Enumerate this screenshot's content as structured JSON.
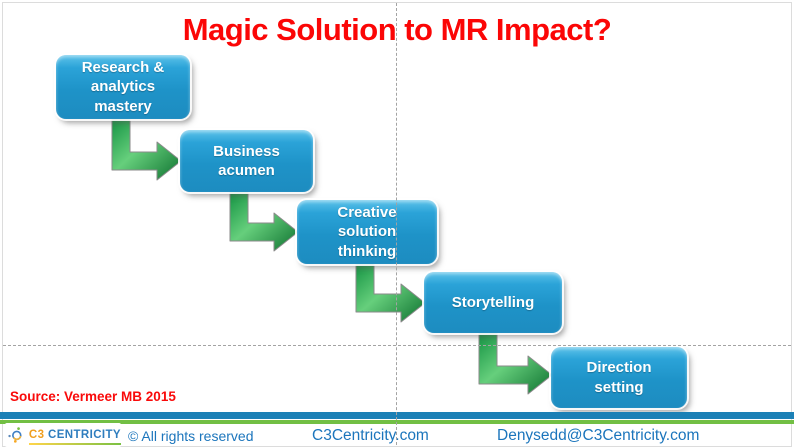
{
  "title": "Magic Solution to MR Impact?",
  "steps": [
    "Research &\nanalytics\nmastery",
    "Business\nacumen",
    "Creative\nsolution\nthinking",
    "Storytelling",
    "Direction\nsetting"
  ],
  "source_note": "Source: Vermeer MB 2015",
  "footer": {
    "brand_c3": "C3",
    "brand_rest": "CENTRICITY",
    "rights": "© All rights reserved",
    "website": "C3Centricity.com",
    "email": "Denysedd@C3Centricity.com"
  },
  "colors": {
    "title_red": "#fb0606",
    "box_blue": "#1e93c8",
    "box_blue_light": "#5ec3ea",
    "arrow_green_dark": "#0e7d33",
    "arrow_green_light": "#66cf7c",
    "stripe_blue": "#1b80b6",
    "stripe_green": "#72bf44",
    "footer_blue": "#1b75bc",
    "guide_gray": "#a3a3a3"
  }
}
